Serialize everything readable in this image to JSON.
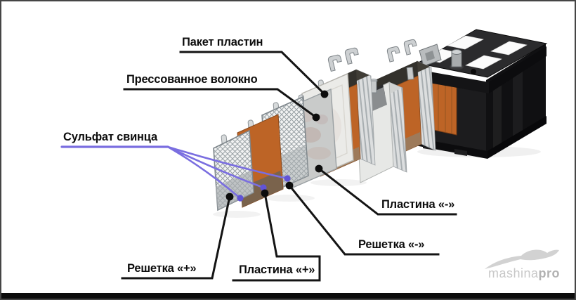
{
  "labels": {
    "paket_plastin": "Пакет пластин",
    "pressovannoe_volokno": "Прессованное волокно",
    "sulfat_svintsa": "Сульфат свинца",
    "plastina_minus": "Пластина «-»",
    "reshetka_minus": "Решетка «-»",
    "reshetka_plus": "Решетка «+»",
    "plastina_plus": "Пластина «+»"
  },
  "watermark": {
    "brand": "mashina",
    "brand_bold": "pro"
  },
  "colors": {
    "plate_orange": "#bd6426",
    "leader_line": "#141414",
    "sulfate_purple": "#7a6ee0",
    "battery_case": "#131315",
    "mesh_gray": "#98a0a4",
    "watermark_gray": "#c8c8c8"
  }
}
